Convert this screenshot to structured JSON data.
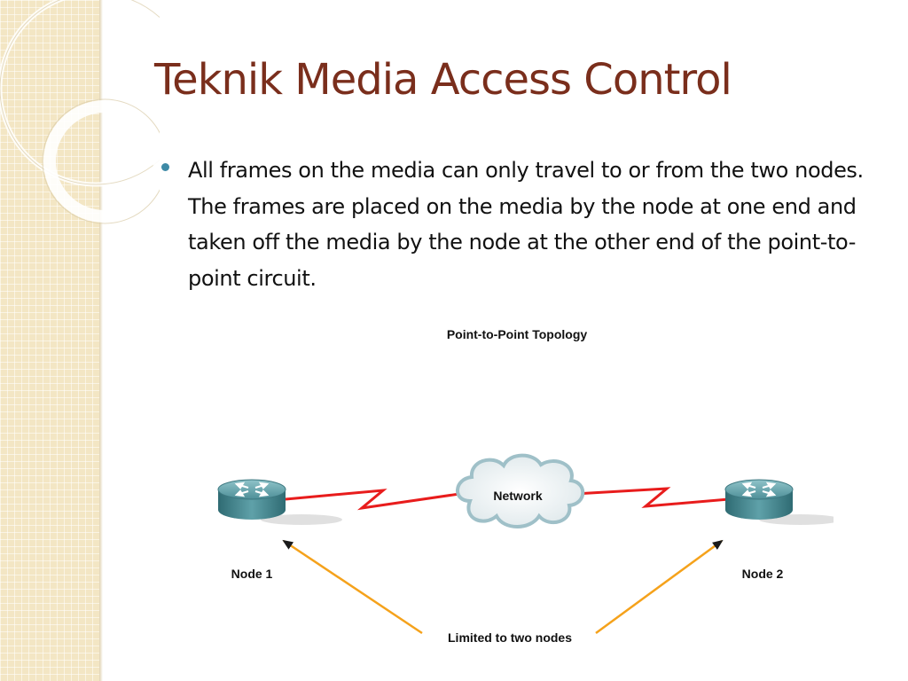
{
  "slide": {
    "title": "Teknik Media Access Control",
    "bullets": [
      "All frames on the media can only travel to or from the two nodes. The frames are placed on the media by the node at one end and taken off the media by the node at the other end of the point-to-point circuit."
    ]
  },
  "diagram": {
    "title": "Point-to-Point Topology",
    "network_label": "Network",
    "node1_label": "Node 1",
    "node2_label": "Node 2",
    "annotation": "Limited to two nodes",
    "colors": {
      "link": "#e81c1c",
      "arrow": "#f5a21b",
      "router": "#3f7e86",
      "title_accent": "#7a2e1c",
      "bullet": "#3e8aa6"
    }
  }
}
